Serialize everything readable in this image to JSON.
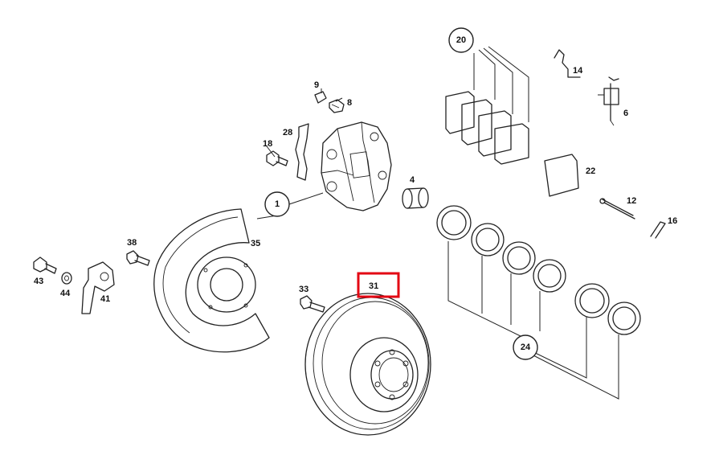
{
  "callouts": {
    "c1": "1",
    "c4": "4",
    "c6": "6",
    "c8": "8",
    "c9": "9",
    "c12": "12",
    "c14": "14",
    "c16": "16",
    "c18": "18",
    "c20": "20",
    "c22": "22",
    "c24": "24",
    "c28": "28",
    "c31": "31",
    "c33": "33",
    "c35": "35",
    "c38": "38",
    "c41": "41",
    "c43": "43",
    "c44": "44"
  },
  "highlight": {
    "label": "31",
    "color": "#e30613"
  }
}
